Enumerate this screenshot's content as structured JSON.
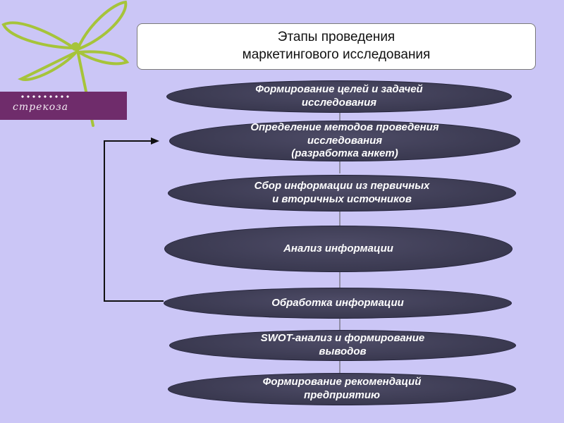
{
  "title": {
    "line1": "Этапы проведения",
    "line2": "маркетингового исследования"
  },
  "logo": {
    "text": "стрекоза"
  },
  "stages": [
    {
      "lines": [
        "Формирование целей и задачей",
        "исследования"
      ]
    },
    {
      "lines": [
        "Определение методов проведения",
        "исследования",
        "(разработка анкет)"
      ]
    },
    {
      "lines": [
        "Сбор информации из первичных",
        "и вторичных источников"
      ]
    },
    {
      "lines": [
        "Анализ информации"
      ]
    },
    {
      "lines": [
        "Обработка информации"
      ]
    },
    {
      "lines": [
        "SWOT-анализ и формирование",
        "выводов"
      ]
    },
    {
      "lines": [
        "Формирование рекомендаций",
        "предприятию"
      ]
    }
  ],
  "colors": {
    "background": "#cbc6f6",
    "ellipse_fill": "#3a3950",
    "logo_band": "#6f2c6b",
    "dragonfly": "#a6c43a",
    "arrow": "#111111"
  }
}
